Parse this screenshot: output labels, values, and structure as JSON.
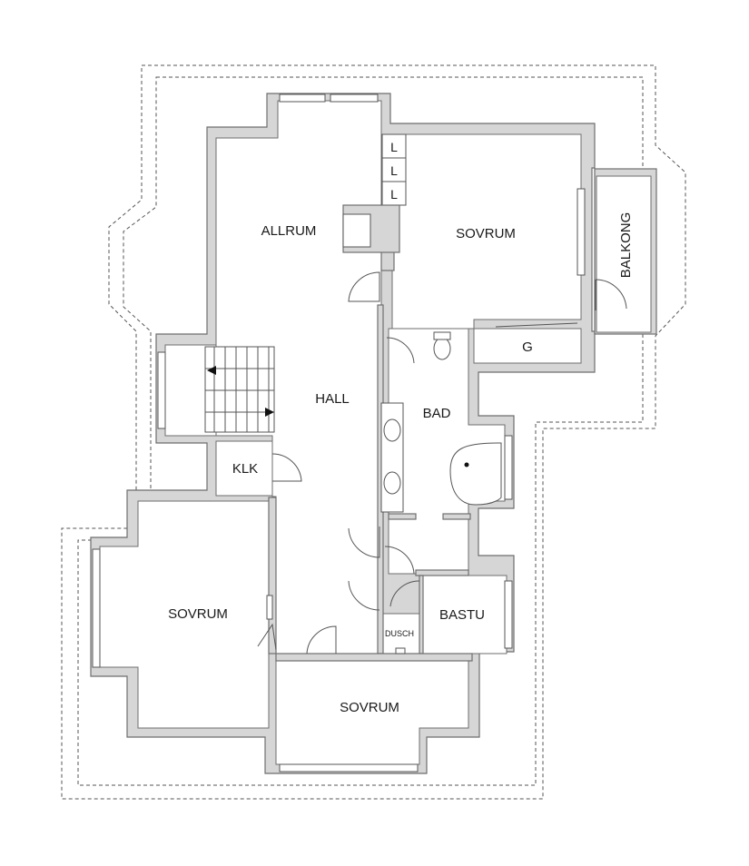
{
  "rooms": {
    "allrum": "ALLRUM",
    "sovrum_ne": "SOVRUM",
    "balkong": "BALKONG",
    "hall": "HALL",
    "bad": "BAD",
    "klk": "KLK",
    "g": "G",
    "sovrum_w": "SOVRUM",
    "bastu": "BASTU",
    "dusch": "DUSCH",
    "sovrum_s": "SOVRUM"
  },
  "closets": [
    "L",
    "L",
    "L"
  ],
  "colors": {
    "wall": "#d6d6d6",
    "outline": "#6e6e6e",
    "background": "#ffffff"
  }
}
